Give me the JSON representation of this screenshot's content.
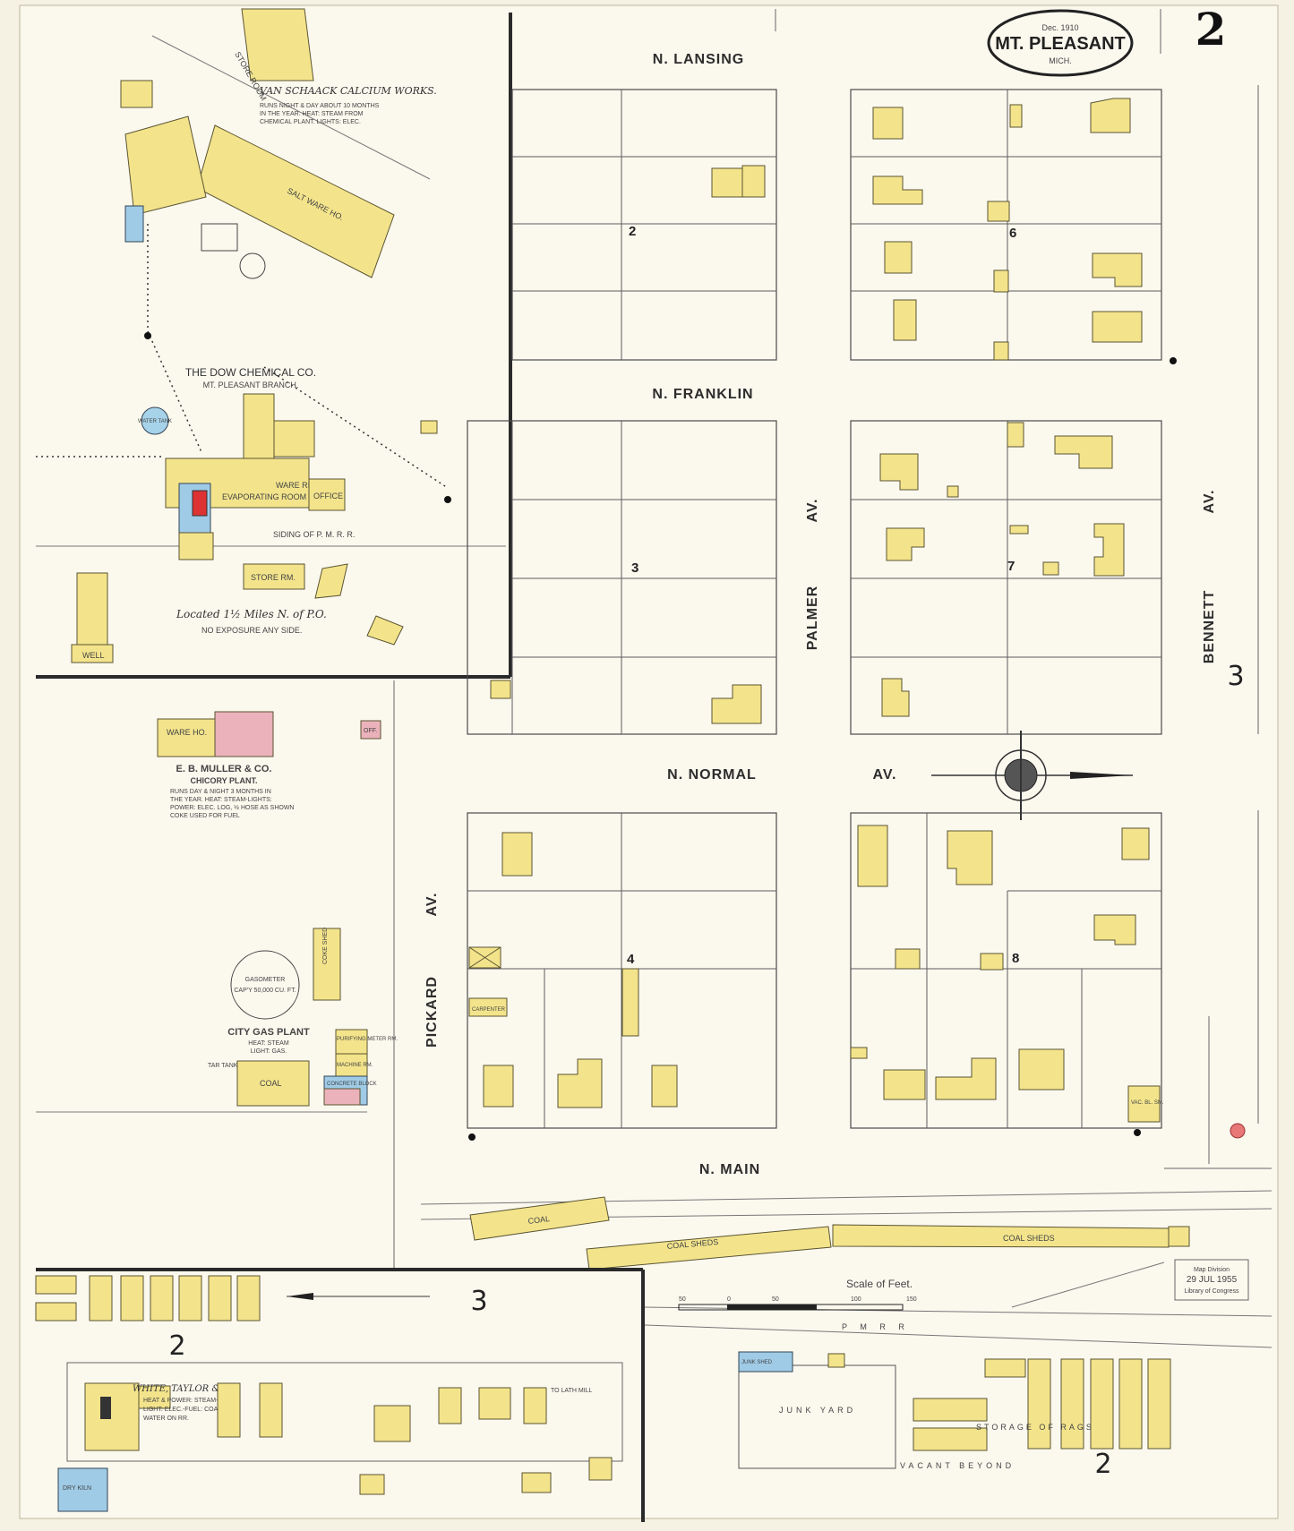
{
  "header": {
    "date": "Dec. 1910",
    "city": "MT. PLEASANT",
    "state": "MICH.",
    "sheet_number": "2"
  },
  "streets": {
    "n_lansing": "N. LANSING",
    "n_franklin": "N. FRANKLIN",
    "n_normal": "N. NORMAL",
    "av": "AV.",
    "n_main": "N. MAIN",
    "pickard": "PICKARD",
    "palmer": "PALMER",
    "bennett": "BENNETT",
    "av_vertical": "AV."
  },
  "blocks": [
    "2",
    "3",
    "4",
    "6",
    "7",
    "8"
  ],
  "adjacent_sheets": {
    "right": "3",
    "bottom_left": "2",
    "bottom_right": "3",
    "bottom_center": "2"
  },
  "inset_top": {
    "title": "VAN SCHAACK CALCIUM WORKS.",
    "note_1": "RUNS NIGHT & DAY ABOUT 10 MONTHS",
    "note_2": "IN THE YEAR. HEAT: STEAM FROM",
    "note_3": "CHEMICAL PLANT. LIGHTS: ELEC.",
    "dow_title": "THE DOW CHEMICAL CO.",
    "dow_branch": "MT. PLEASANT BRANCH.",
    "located": "Located 1½ Miles N. of P.O.",
    "exposure": "NO EXPOSURE ANY SIDE.",
    "salt_ware": "SALT WARE HO.",
    "store_room": "STORE ROOM",
    "evaporating": "EVAPORATING ROOM",
    "ware_rm": "WARE RM.",
    "office": "OFFICE",
    "store_rm": "STORE RM.",
    "well": "WELL",
    "water_tank": "WATER TANK",
    "siding": "SIDING OF P. M. R. R."
  },
  "muller": {
    "title": "E. B. MULLER & CO.",
    "subtitle": "CHICORY PLANT.",
    "note_1": "RUNS DAY & NIGHT 3 MONTHS IN",
    "note_2": "THE YEAR. HEAT: STEAM-LIGHTS:",
    "note_3": "POWER: ELEC. LOG, ½ HOSE AS SHOWN",
    "note_4": "COKE USED FOR FUEL",
    "ware_ho": "WARE HO."
  },
  "gas_plant": {
    "title": "CITY GAS PLANT",
    "heat": "HEAT: STEAM",
    "light": "LIGHT: GAS.",
    "gasometer": "GASOMETER",
    "capacity": "CAP'Y 50,000 CU. FT.",
    "coke_shed": "COKE SHED",
    "coal": "COAL",
    "purifying": "PURIFYING METER RM.",
    "machine": "MACHINE RM.",
    "concrete": "CONCRETE BLOCK",
    "tar_tank": "TAR TANK UNDER GROUND"
  },
  "rail_area": {
    "coal": "COAL",
    "coal_sheds": "COAL  SHEDS",
    "coal_sheds_2": "COAL  SHEDS",
    "scale": "Scale of Feet.",
    "scale_ticks": [
      "50",
      "0",
      "50",
      "100",
      "150"
    ],
    "pm_rr": "P   M   R   R",
    "junk_yard": "JUNK  YARD",
    "junk_shed": "JUNK SHED",
    "storage": "STORAGE  OF  RAGS",
    "vacant": "VACANT  BEYOND",
    "stamp_1": "Map Division",
    "stamp_2": "29 JUL 1955",
    "stamp_3": "Library of Congress"
  },
  "inset_bottom": {
    "title": "WHITE, TAYLOR & CO.",
    "note_1": "HEAT & POWER: STEAM-",
    "note_2": "LIGHT: ELEC.-FUEL: COAL",
    "note_3": "WATER ON RR.",
    "dry_kiln": "DRY KILN",
    "lath_mill": "TO LATH MILL"
  },
  "labels": {
    "carpenter": "CARPENTER",
    "vac": "VAC. BL. SM.",
    "off": "OFF."
  },
  "colors": {
    "paper": "#f5f1e3",
    "frame_dwelling": "#f3e48c",
    "brick": "#ebb2bb",
    "concrete": "#9fcbe6",
    "ink": "#2d2d2d"
  }
}
